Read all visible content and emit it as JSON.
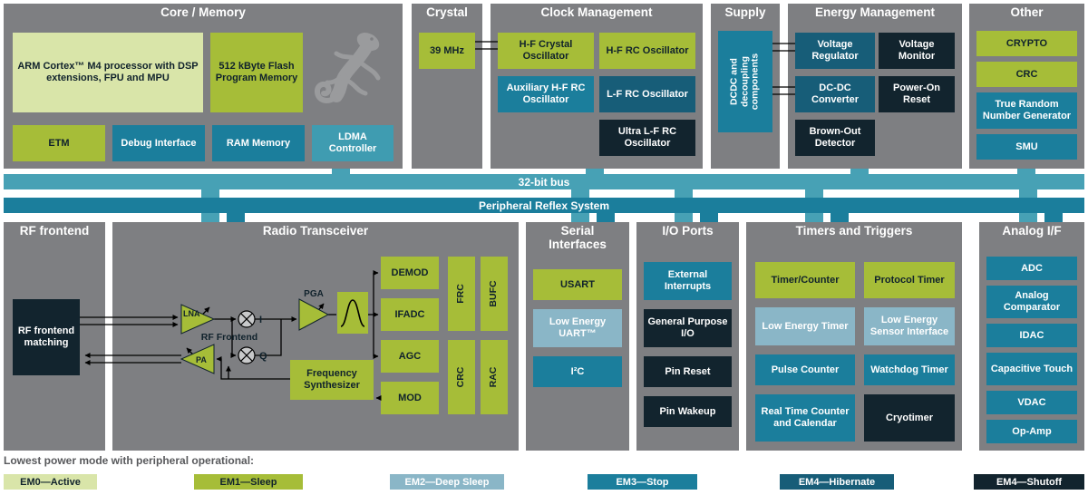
{
  "colors": {
    "em0": "#d9e5a9",
    "em1": "#a6bd38",
    "em2": "#8ab6c7",
    "em3": "#1b7e9c",
    "em4h": "#175d78",
    "em4s": "#12242e",
    "panel": "#7e7f82",
    "busLight": "#47a1b5",
    "busDark": "#1b7e9c",
    "ldma": "#3f9cb1",
    "inkDark": "#10222c",
    "gecko": "#9a9b9d",
    "mixerFill": "#c8c9ca",
    "caption": "#58595c"
  },
  "buses": {
    "bus32": "32-bit bus",
    "prs": "Peripheral Reflex System"
  },
  "legend": {
    "caption": "Lowest power mode with peripheral operational:",
    "items": [
      {
        "label": "EM0—Active",
        "color": "#d9e5a9"
      },
      {
        "label": "EM1—Sleep",
        "color": "#a6bd38"
      },
      {
        "label": "EM2—Deep Sleep",
        "color": "#8ab6c7"
      },
      {
        "label": "EM3—Stop",
        "color": "#1b7e9c"
      },
      {
        "label": "EM4—Hibernate",
        "color": "#175d78"
      },
      {
        "label": "EM4—Shutoff",
        "color": "#12242e"
      }
    ]
  },
  "panels": {
    "core": {
      "title": "Core / Memory",
      "blocks": {
        "cpu": "ARM Cortex™ M4 processor with DSP extensions, FPU and MPU",
        "flash": "512 kByte Flash Program Memory",
        "etm": "ETM",
        "debug": "Debug Interface",
        "ram": "RAM Memory",
        "ldma": "LDMA Controller"
      }
    },
    "crystal": {
      "title": "Crystal",
      "blocks": {
        "mhz": "39 MHz"
      }
    },
    "clock": {
      "title": "Clock Management",
      "blocks": {
        "hfxo": "H-F Crystal Oscillator",
        "hfrco": "H-F RC Oscillator",
        "auxhfrco": "Auxiliary H-F RC Oscillator",
        "lfrco": "L-F RC Oscillator",
        "ulfrco": "Ultra L-F RC Oscillator"
      }
    },
    "supply": {
      "title": "Supply",
      "blocks": {
        "dcdc": "DCDC and decoupling components"
      }
    },
    "energy": {
      "title": "Energy Management",
      "blocks": {
        "vreg": "Voltage Regulator",
        "vmon": "Voltage Monitor",
        "dcdcconv": "DC-DC Converter",
        "por": "Power-On Reset",
        "bod": "Brown-Out Detector"
      }
    },
    "other": {
      "title": "Other",
      "blocks": {
        "crypto": "CRYPTO",
        "crc": "CRC",
        "trng": "True Random Number Generator",
        "smu": "SMU"
      }
    },
    "rf": {
      "title": "RF frontend",
      "blocks": {
        "matching": "RF frontend matching"
      }
    },
    "radio": {
      "title": "Radio Transceiver",
      "blocks": {
        "demod": "DEMOD",
        "ifadc": "IFADC",
        "agc": "AGC",
        "mod": "MOD",
        "frc": "FRC",
        "bufc": "BUFC",
        "crc": "CRC",
        "rac": "RAC",
        "fsynth": "Frequency Synthesizer"
      },
      "labels": {
        "lna": "LNA",
        "pa": "PA",
        "pga": "PGA",
        "rffe": "RF Frontend",
        "i": "I",
        "q": "Q"
      }
    },
    "serial": {
      "title": "Serial Interfaces",
      "blocks": {
        "usart": "USART",
        "leuart": "Low Energy UART™",
        "i2c": "I²C"
      }
    },
    "io": {
      "title": "I/O Ports",
      "blocks": {
        "extint": "External Interrupts",
        "gpio": "General Purpose I/O",
        "pinreset": "Pin Reset",
        "pinwake": "Pin Wakeup"
      }
    },
    "timers": {
      "title": "Timers and Triggers",
      "blocks": {
        "tc": "Timer/Counter",
        "prot": "Protocol Timer",
        "letimer": "Low Energy Timer",
        "lesense": "Low Energy Sensor Interface",
        "pcnt": "Pulse Counter",
        "wdog": "Watchdog Timer",
        "rtcc": "Real Time Counter and Calendar",
        "cryo": "Cryotimer"
      }
    },
    "analog": {
      "title": "Analog I/F",
      "blocks": {
        "adc": "ADC",
        "acmp": "Analog Comparator",
        "idac": "IDAC",
        "captouch": "Capacitive Touch",
        "vdac": "VDAC",
        "opamp": "Op-Amp"
      }
    }
  }
}
